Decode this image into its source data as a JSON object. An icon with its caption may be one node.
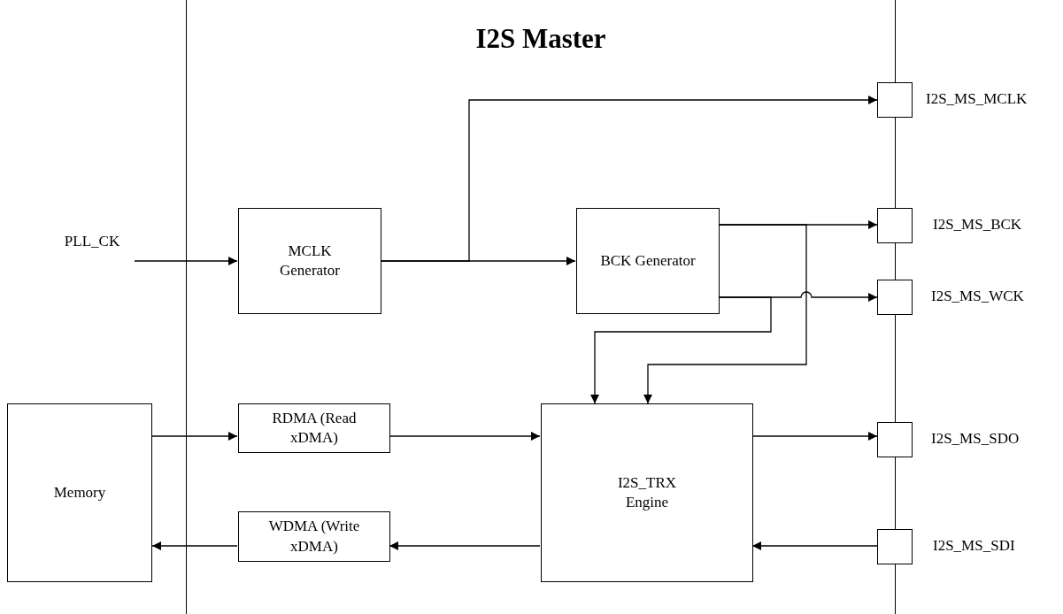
{
  "diagram": {
    "nodes": [
      {
        "text": [
          "I2S Master"
        ]
      },
      {
        "text": [
          "PLL_CK"
        ]
      },
      {
        "text": [
          "MCLK Generator"
        ],
        "in": 0
      },
      {
        "text": [
          "BCK Generator"
        ],
        "in": 0
      },
      {
        "text": [
          "RDMA (Read xDMA)"
        ],
        "in": 0
      },
      {
        "text": [
          "WDMA (Write xDMA)"
        ],
        "in": 0
      },
      {
        "text": [
          "I2S_TRX Engine"
        ],
        "in": 0
      },
      {
        "text": [
          "Memory"
        ]
      },
      {
        "text": [],
        "shape": "box",
        "beside": [
          "I2S_MS_MCLK"
        ]
      },
      {
        "text": [],
        "shape": "box",
        "beside": [
          "I2S_MS_BCK"
        ]
      },
      {
        "text": [],
        "shape": "box",
        "beside": [
          "I2S_MS_WCK"
        ]
      },
      {
        "text": [],
        "shape": "box",
        "beside": [
          "I2S_MS_SDO"
        ]
      },
      {
        "text": [],
        "shape": "box",
        "beside": [
          "I2S_MS_SDI"
        ]
      }
    ],
    "edges": [
      {
        "from": 1,
        "to": 2,
        "arrow": "to"
      },
      {
        "from": 2,
        "to": 3,
        "arrow": "to"
      },
      {
        "from": 2,
        "to": 8,
        "arrow": "to"
      },
      {
        "from": 3,
        "to": 9,
        "arrow": "to"
      },
      {
        "from": 3,
        "to": 6,
        "arrow": "to"
      },
      {
        "from": 3,
        "to": 10,
        "arrow": "to"
      },
      {
        "from": 3,
        "to": 6,
        "arrow": "to"
      },
      {
        "from": 7,
        "to": 4,
        "arrow": "to"
      },
      {
        "from": 4,
        "to": 6,
        "arrow": "to"
      },
      {
        "from": 6,
        "to": 11,
        "arrow": "to"
      },
      {
        "from": 12,
        "to": 6,
        "arrow": "to"
      },
      {
        "from": 6,
        "to": 5,
        "arrow": "to"
      },
      {
        "from": 5,
        "to": 7,
        "arrow": "to"
      }
    ]
  }
}
